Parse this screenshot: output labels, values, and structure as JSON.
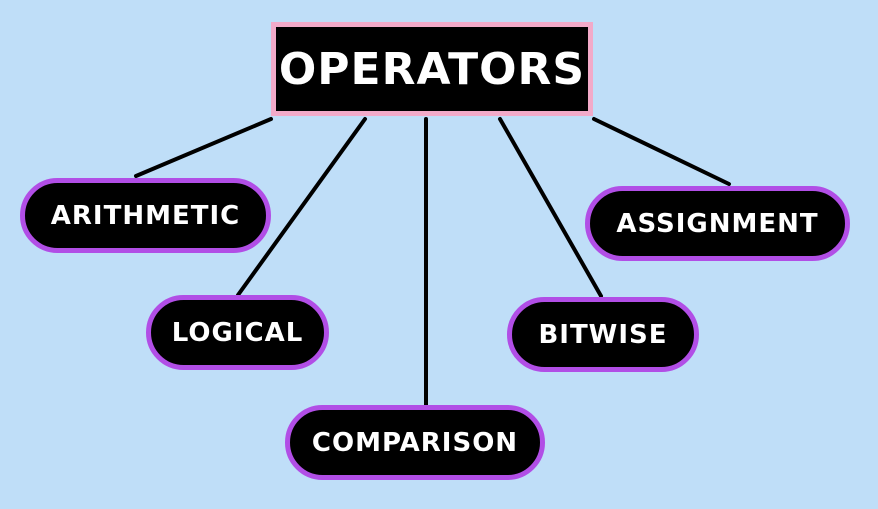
{
  "diagram": {
    "root": {
      "label": "OPERATORS"
    },
    "children": [
      {
        "id": "arithmetic",
        "label": "ARITHMETIC"
      },
      {
        "id": "logical",
        "label": "LOGICAL"
      },
      {
        "id": "comparison",
        "label": "COMPARISON"
      },
      {
        "id": "bitwise",
        "label": "BITWISE"
      },
      {
        "id": "assignment",
        "label": "ASSIGNMENT"
      }
    ]
  },
  "colors": {
    "background": "#bfdef8",
    "root_fill": "#000000",
    "root_border": "#f2aac9",
    "node_fill": "#000000",
    "node_border": "#b14ee6",
    "connector": "#000000",
    "text": "#ffffff"
  }
}
